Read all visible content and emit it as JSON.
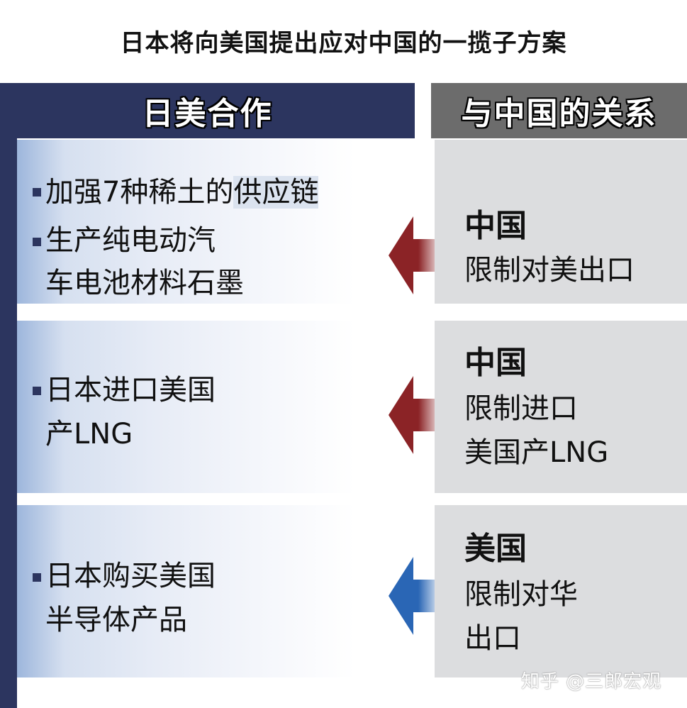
{
  "title": "日本将向美国提出应对中国的一揽子方案",
  "headers": {
    "left": "日美合作",
    "right": "与中国的关系"
  },
  "rows": [
    {
      "left": {
        "items": [
          {
            "bullet": true,
            "text_plain": "加强7种稀土的",
            "text_highlight": "供应链"
          },
          {
            "bullet": true,
            "text": "生产纯电动汽"
          },
          {
            "bullet": false,
            "text": "车电池材料石墨"
          }
        ]
      },
      "arrow": {
        "direction": "left",
        "color": "#8b2326",
        "name": "red-arrow"
      },
      "right": {
        "head": "中国",
        "lines": [
          "限制对美出口"
        ]
      }
    },
    {
      "left": {
        "items": [
          {
            "bullet": true,
            "text": "日本进口美国"
          },
          {
            "bullet": false,
            "text": "产LNG"
          }
        ]
      },
      "arrow": {
        "direction": "left",
        "color": "#8b2326",
        "name": "red-arrow"
      },
      "right": {
        "head": "中国",
        "lines": [
          "限制进口",
          "美国产LNG"
        ]
      }
    },
    {
      "left": {
        "items": [
          {
            "bullet": true,
            "text": "日本购买美国"
          },
          {
            "bullet": false,
            "text": "半导体产品"
          }
        ]
      },
      "arrow": {
        "direction": "left",
        "color": "#2a66b5",
        "name": "blue-arrow"
      },
      "right": {
        "head": "美国",
        "lines": [
          "限制对华",
          "出口"
        ]
      }
    }
  ],
  "colors": {
    "navy": "#2c355f",
    "gray_header": "#6c6c6c",
    "right_box": "#dcdddf",
    "arrow_red": "#8b2326",
    "arrow_blue": "#2a66b5"
  },
  "watermark": "知乎 @三郎宏观"
}
